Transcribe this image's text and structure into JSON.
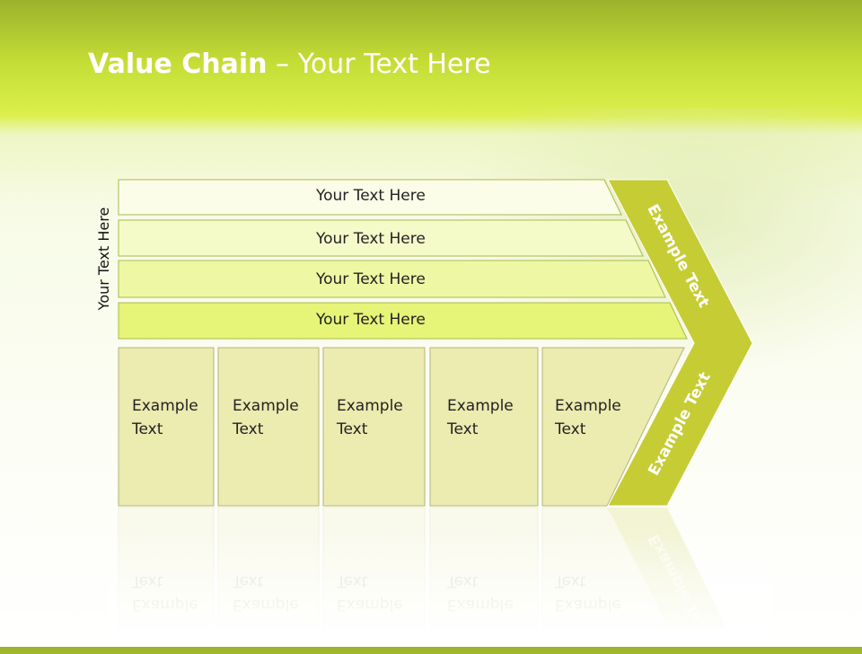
{
  "slide": {
    "title_bold": "Value Chain",
    "title_rest": " – Your Text Here",
    "side_label": "Your Text Here"
  },
  "support_rows": [
    {
      "label": "Your Text Here",
      "fill": "#fbfde8"
    },
    {
      "label": "Your Text Here",
      "fill": "#f5fbc8"
    },
    {
      "label": "Your Text Here",
      "fill": "#eef8a4"
    },
    {
      "label": "Your Text Here",
      "fill": "#e6f478"
    }
  ],
  "primary_activities": [
    {
      "line1": "Example",
      "line2": "Text"
    },
    {
      "line1": "Example",
      "line2": "Text"
    },
    {
      "line1": "Example",
      "line2": "Text"
    },
    {
      "line1": "Example",
      "line2": "Text"
    },
    {
      "line1": "Example",
      "line2": "Text"
    }
  ],
  "margin_arrow": {
    "upper_label": "Example Text",
    "lower_label": "Example Text",
    "fill": "#c6cc34"
  },
  "colors": {
    "activity_fill": "#ecebb0",
    "activity_stroke": "#b4b47c",
    "row_stroke": "#a9bb4a"
  }
}
